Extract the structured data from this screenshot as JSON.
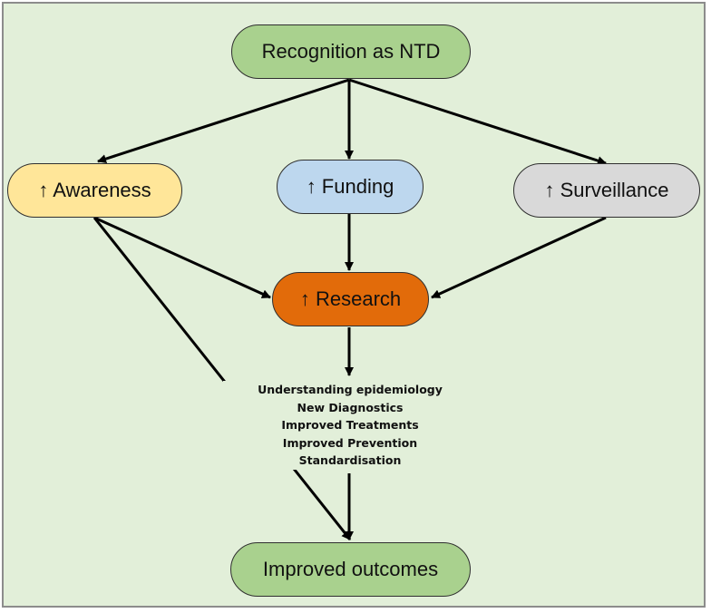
{
  "nodes": {
    "recognition": "Recognition as NTD",
    "awareness": "↑ Awareness",
    "funding": "↑ Funding",
    "surveillance": "↑ Surveillance",
    "research": "↑ Research",
    "outcomes": "Improved outcomes"
  },
  "research_outputs": [
    "Understanding epidemiology",
    "New Diagnostics",
    "Improved Treatments",
    "Improved Prevention",
    "Standardisation"
  ],
  "colors": {
    "background": "#e2efd9",
    "recognition": "#a9d18e",
    "awareness": "#ffe699",
    "funding": "#bdd7ee",
    "surveillance": "#d9d9d9",
    "research": "#e26b0a",
    "outcomes": "#a9d18e",
    "arrow": "#000000"
  }
}
